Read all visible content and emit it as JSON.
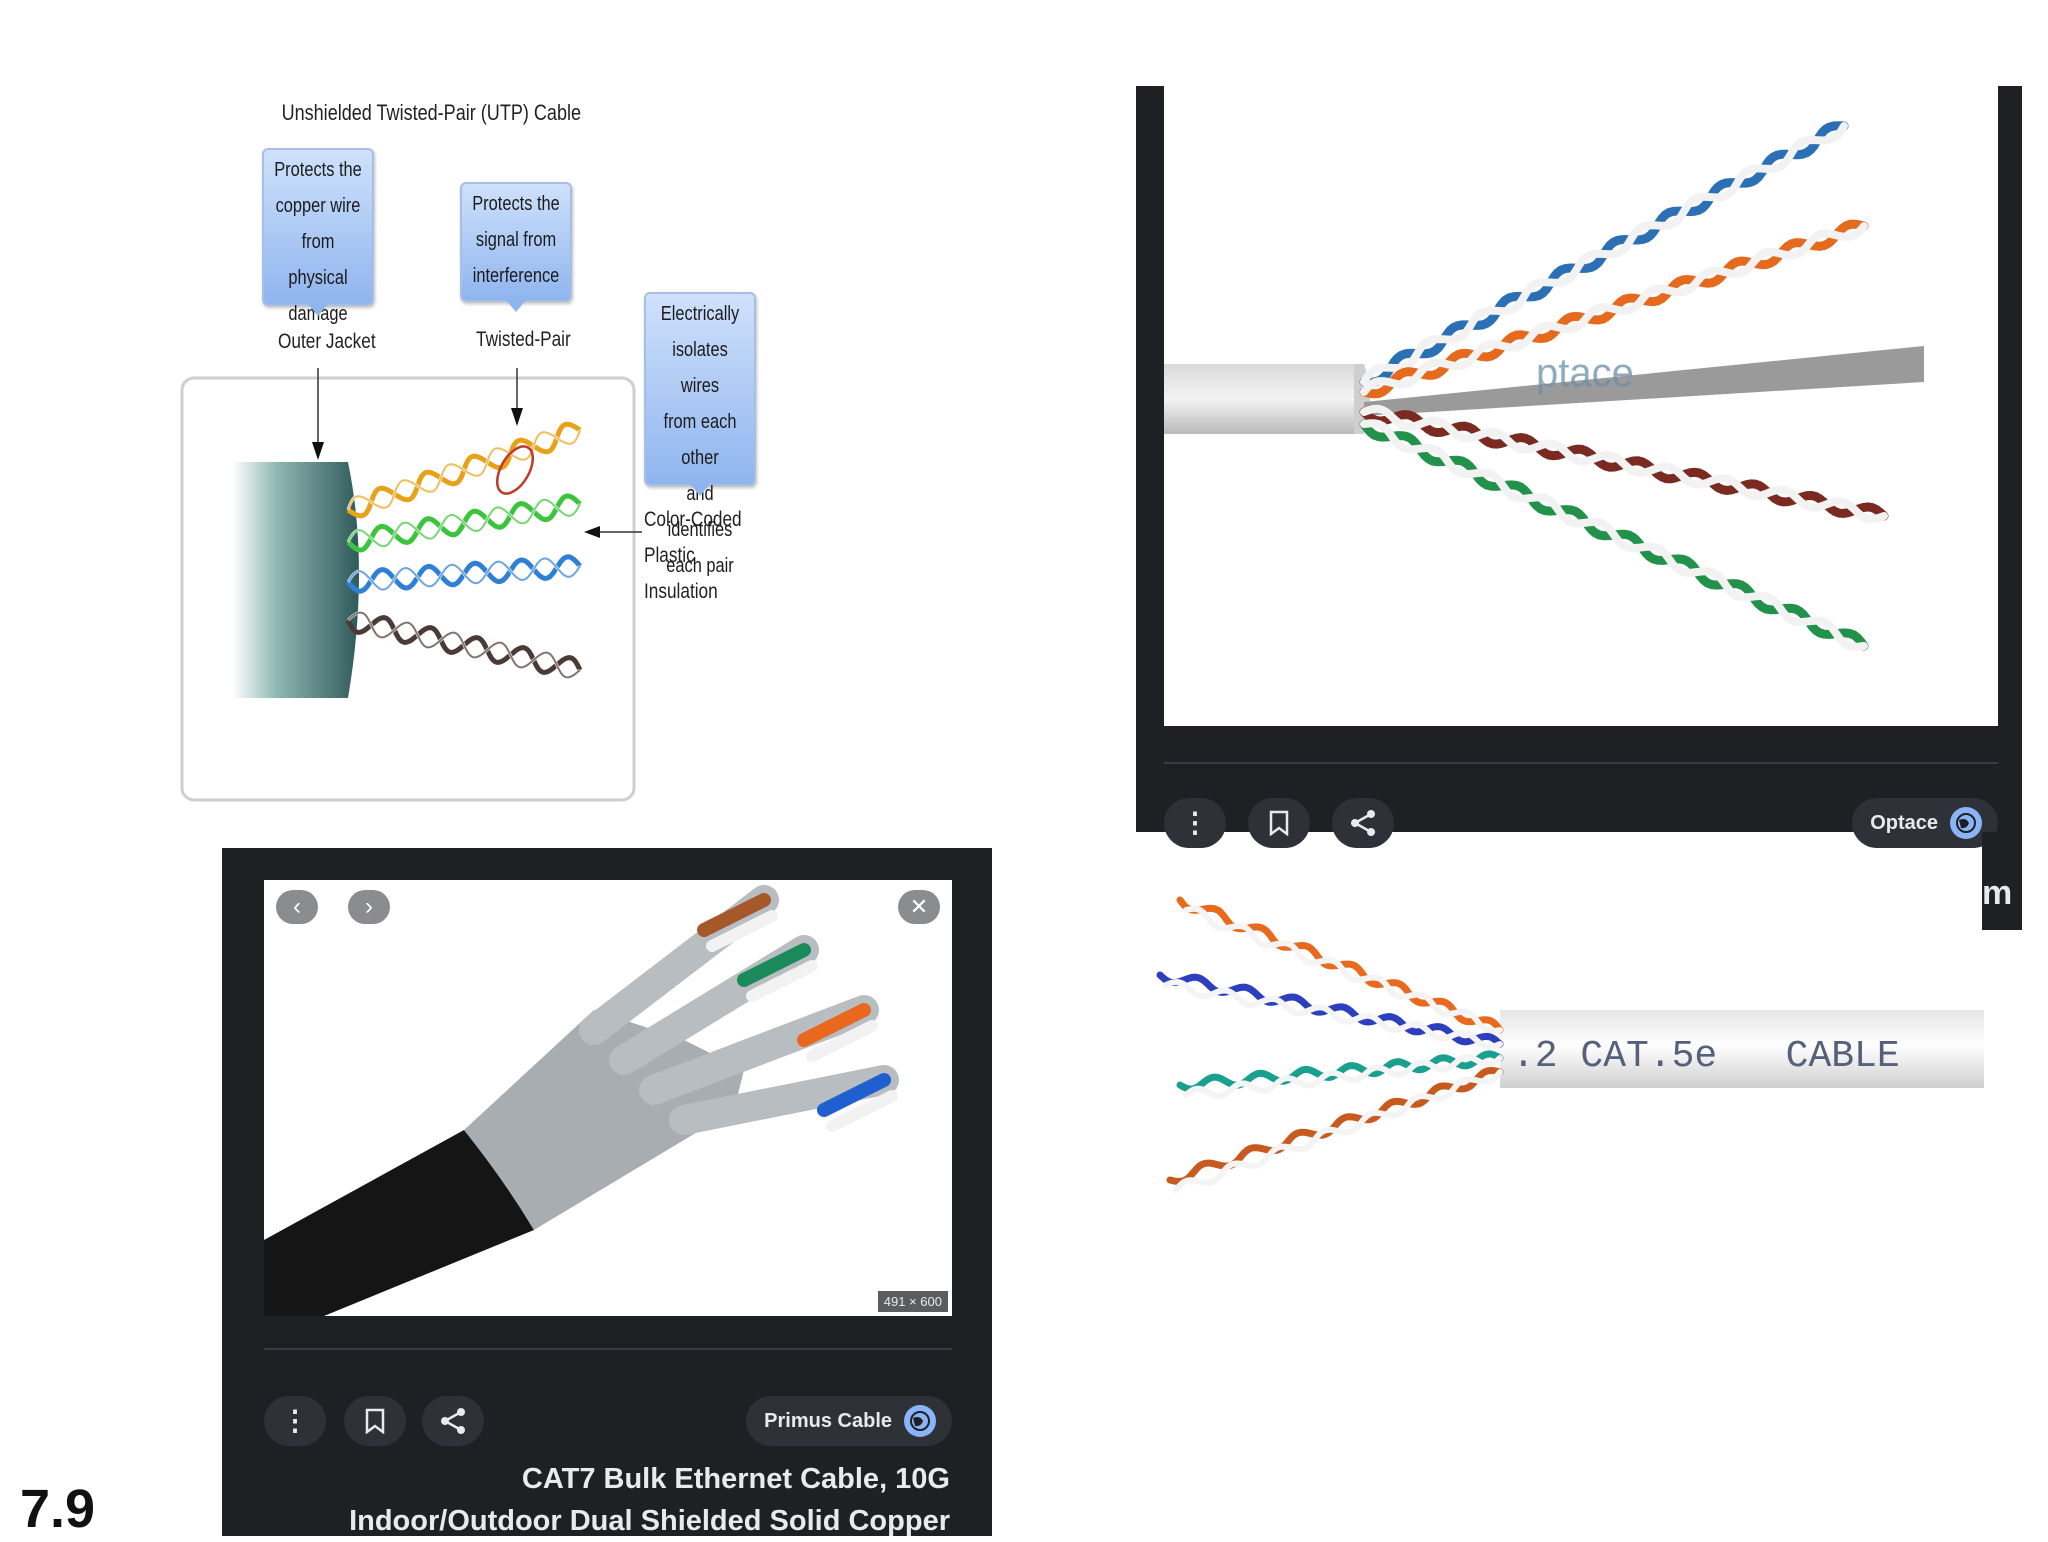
{
  "diagram": {
    "title": "Unshielded Twisted-Pair (UTP) Cable",
    "callouts": {
      "jacket": [
        "Protects the",
        "copper wire",
        "from physical",
        "damage"
      ],
      "pair": [
        "Protects the",
        "signal from",
        "interference"
      ],
      "insulation": [
        "Electrically",
        "isolates wires",
        "from each other",
        "and identifies",
        "each pair"
      ]
    },
    "labels": {
      "outer_jacket": "Outer Jacket",
      "twisted_pair": "Twisted-Pair",
      "color_coded": [
        "Color-Coded",
        "Plastic",
        "Insulation"
      ]
    },
    "wire_colors": [
      "#e8a21a",
      "#3cc43c",
      "#2e7fd6",
      "#4a3b36"
    ]
  },
  "card_top": {
    "watermark": "ptace",
    "source": "Optace",
    "side_text": "m",
    "wire_colors": [
      "#2b6fb5",
      "#e56a1d",
      "#8a8a8a",
      "#7a2a20",
      "#22924a"
    ]
  },
  "card_bottom": {
    "image_size": "491 × 600",
    "source": "Primus Cable",
    "caption": [
      "CAT7 Bulk Ethernet Cable, 10G",
      "Indoor/Outdoor Dual Shielded Solid Copper"
    ]
  },
  "cat5e_photo": {
    "printed_text": ".2 CAT.5e   CABLE",
    "wire_colors": [
      "#e96a1e",
      "#2c3fbf",
      "#1aa08f",
      "#c75a1e"
    ]
  },
  "slide_number": "7.9"
}
